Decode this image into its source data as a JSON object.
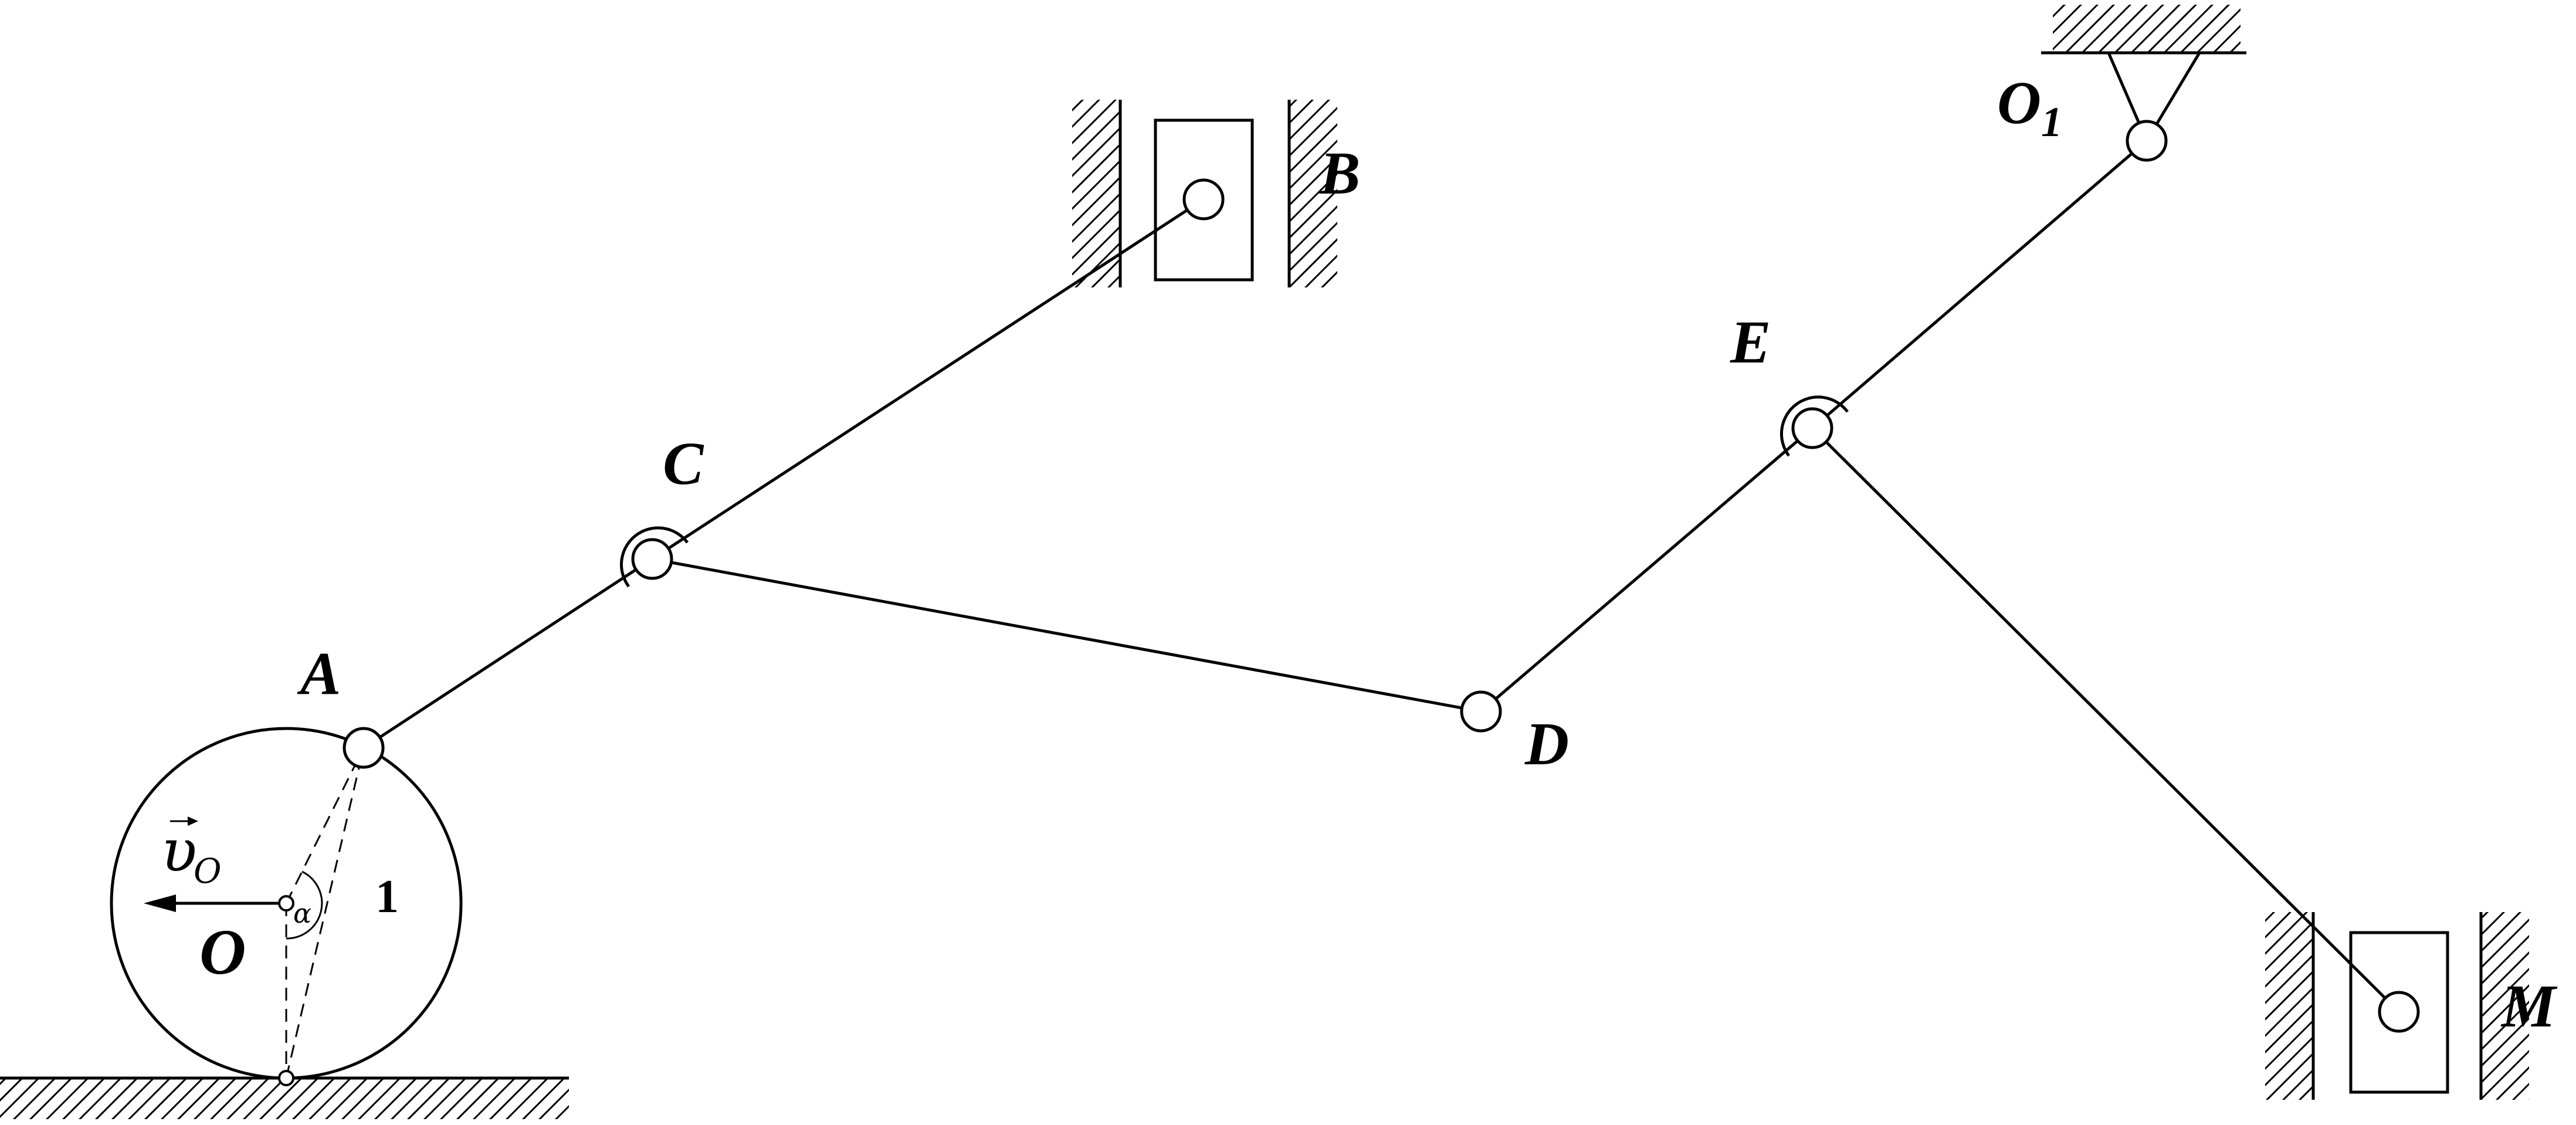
{
  "labels": {
    "A": "A",
    "B": "B",
    "C": "C",
    "D": "D",
    "E": "E",
    "M": "M",
    "O": "O",
    "O1_main": "O",
    "O1_sub": "1",
    "wheel_number": "1",
    "velocity_main": "υ",
    "velocity_sub": "O",
    "angle": "α"
  }
}
